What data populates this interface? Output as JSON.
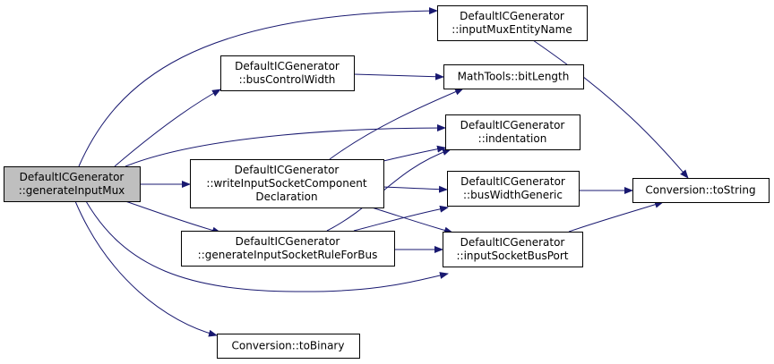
{
  "colors": {
    "edge": "#191970",
    "node_fill": "#ffffff",
    "root_fill": "#bfbfbf",
    "node_border": "#000000"
  },
  "nodes": [
    {
      "id": "generateInputMux",
      "lines": [
        "DefaultICGenerator",
        "::generateInputMux"
      ],
      "highlight": true
    },
    {
      "id": "inputMuxEntityName",
      "lines": [
        "DefaultICGenerator",
        "::inputMuxEntityName"
      ]
    },
    {
      "id": "busControlWidth",
      "lines": [
        "DefaultICGenerator",
        "::busControlWidth"
      ]
    },
    {
      "id": "bitLength",
      "lines": [
        "MathTools::bitLength"
      ]
    },
    {
      "id": "indentation",
      "lines": [
        "DefaultICGenerator",
        "::indentation"
      ]
    },
    {
      "id": "writeInputSocketComponentDeclaration",
      "lines": [
        "DefaultICGenerator",
        "::writeInputSocketComponent",
        "Declaration"
      ]
    },
    {
      "id": "busWidthGeneric",
      "lines": [
        "DefaultICGenerator",
        "::busWidthGeneric"
      ]
    },
    {
      "id": "toString",
      "lines": [
        "Conversion::toString"
      ]
    },
    {
      "id": "generateInputSocketRuleForBus",
      "lines": [
        "DefaultICGenerator",
        "::generateInputSocketRuleForBus"
      ]
    },
    {
      "id": "inputSocketBusPort",
      "lines": [
        "DefaultICGenerator",
        "::inputSocketBusPort"
      ]
    },
    {
      "id": "toBinary",
      "lines": [
        "Conversion::toBinary"
      ]
    }
  ],
  "edges": [
    {
      "from": "generateInputMux",
      "to": "inputMuxEntityName"
    },
    {
      "from": "generateInputMux",
      "to": "busControlWidth"
    },
    {
      "from": "generateInputMux",
      "to": "indentation"
    },
    {
      "from": "generateInputMux",
      "to": "writeInputSocketComponentDeclaration"
    },
    {
      "from": "generateInputMux",
      "to": "generateInputSocketRuleForBus"
    },
    {
      "from": "generateInputMux",
      "to": "inputSocketBusPort"
    },
    {
      "from": "generateInputMux",
      "to": "toBinary"
    },
    {
      "from": "inputMuxEntityName",
      "to": "toString"
    },
    {
      "from": "busControlWidth",
      "to": "bitLength"
    },
    {
      "from": "writeInputSocketComponentDeclaration",
      "to": "bitLength"
    },
    {
      "from": "writeInputSocketComponentDeclaration",
      "to": "indentation"
    },
    {
      "from": "writeInputSocketComponentDeclaration",
      "to": "busWidthGeneric"
    },
    {
      "from": "writeInputSocketComponentDeclaration",
      "to": "inputSocketBusPort"
    },
    {
      "from": "generateInputSocketRuleForBus",
      "to": "indentation"
    },
    {
      "from": "generateInputSocketRuleForBus",
      "to": "busWidthGeneric"
    },
    {
      "from": "generateInputSocketRuleForBus",
      "to": "inputSocketBusPort"
    },
    {
      "from": "busWidthGeneric",
      "to": "toString"
    },
    {
      "from": "inputSocketBusPort",
      "to": "toString"
    }
  ]
}
